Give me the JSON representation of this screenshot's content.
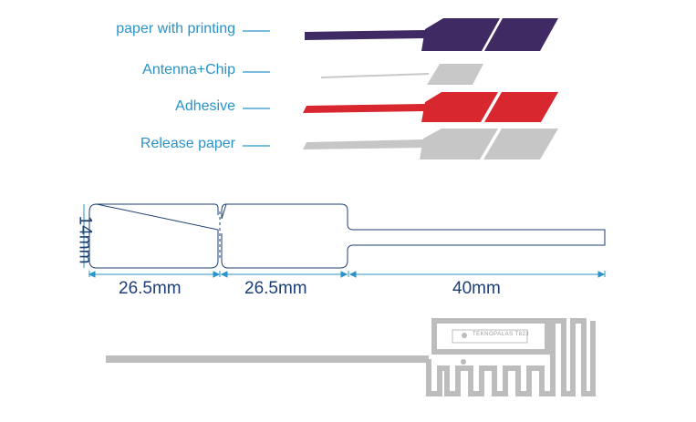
{
  "layers": [
    {
      "label": "paper with printing",
      "color": "#3f2a63"
    },
    {
      "label": "Antenna+Chip",
      "color": "#c8c8c8"
    },
    {
      "label": "Adhesive",
      "color": "#d8272e"
    },
    {
      "label": "Release paper",
      "color": "#c6c6c6"
    }
  ],
  "dimensions": {
    "height": "14mm",
    "seg1": "26.5mm",
    "seg2": "26.5mm",
    "tail": "40mm"
  },
  "antenna": {
    "chip_text": "TEKNOPALAS T82J"
  },
  "colors": {
    "label_text": "#2a93c9",
    "outline": "#1d3f73",
    "antenna_gray": "#b9b9b9"
  }
}
